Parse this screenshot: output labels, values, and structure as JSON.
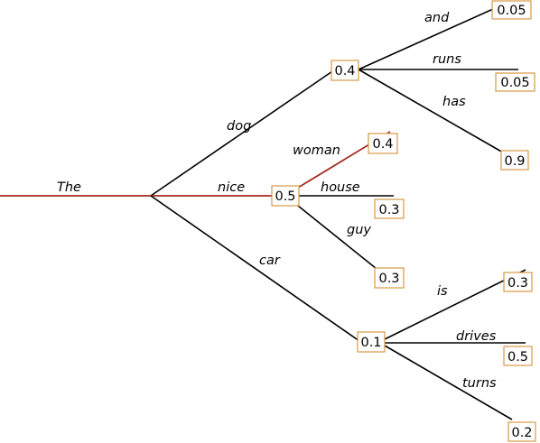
{
  "colors": {
    "selected_path": "#a42a1e",
    "default_path": "#000000",
    "box_border": "#d49a45"
  },
  "root": {
    "word": "The"
  },
  "level1": [
    {
      "word": "dog",
      "prob": "0.4",
      "selected": false
    },
    {
      "word": "nice",
      "prob": "0.5",
      "selected": true
    },
    {
      "word": "car",
      "prob": "0.1",
      "selected": false
    }
  ],
  "level2": [
    {
      "parent": "dog",
      "word": "and",
      "prob": "0.05",
      "selected": false
    },
    {
      "parent": "dog",
      "word": "runs",
      "prob": "0.05",
      "selected": false
    },
    {
      "parent": "dog",
      "word": "has",
      "prob": "0.9",
      "selected": false
    },
    {
      "parent": "nice",
      "word": "woman",
      "prob": "0.4",
      "selected": true
    },
    {
      "parent": "nice",
      "word": "house",
      "prob": "0.3",
      "selected": false
    },
    {
      "parent": "nice",
      "word": "guy",
      "prob": "0.3",
      "selected": false
    },
    {
      "parent": "car",
      "word": "is",
      "prob": "0.3",
      "selected": false
    },
    {
      "parent": "car",
      "word": "drives",
      "prob": "0.5",
      "selected": false
    },
    {
      "parent": "car",
      "word": "turns",
      "prob": "0.2",
      "selected": false
    }
  ]
}
